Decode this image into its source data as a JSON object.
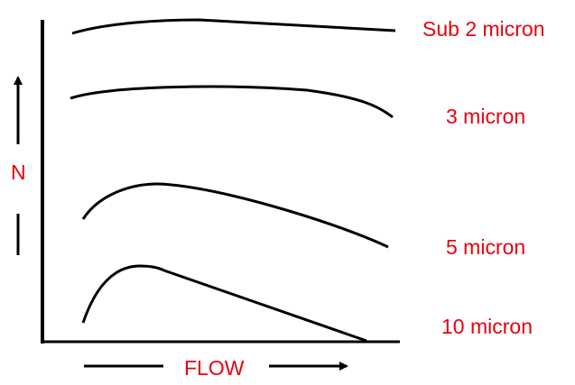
{
  "diagram": {
    "y_axis_label": "N",
    "x_axis_label": "FLOW",
    "curves": [
      {
        "label": "Sub 2 micron"
      },
      {
        "label": "3 micron"
      },
      {
        "label": "5 micron"
      },
      {
        "label": "10 micron"
      }
    ],
    "colors": {
      "label": "#e8000d",
      "line": "#000000"
    }
  }
}
